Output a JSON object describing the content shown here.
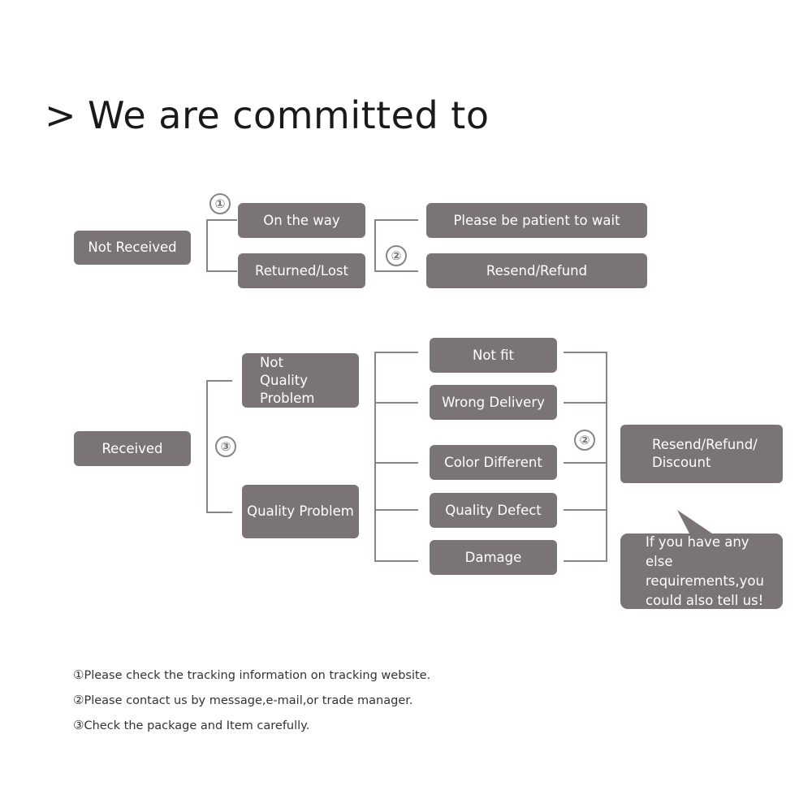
{
  "heading": {
    "chevron": ">",
    "text": "We are committed to"
  },
  "not_received": {
    "root": "Not Received",
    "marker_1": "①",
    "branch_a": "On the way",
    "branch_b": "Returned/Lost",
    "marker_2": "②",
    "outcome_a": "Please be patient to wait",
    "outcome_b": "Resend/Refund"
  },
  "received": {
    "root": "Received",
    "marker_3": "③",
    "branch_a": "Not Quality Problem",
    "branch_b": "Quality Problem",
    "issues": [
      "Not fit",
      "Wrong Delivery",
      "Color Different",
      "Quality Defect",
      "Damage"
    ],
    "marker_2": "②",
    "outcome": "Resend/Refund/ Discount",
    "callout": "If you have any else requirements,you could also tell us!"
  },
  "notes": [
    {
      "marker": "①",
      "text": "Please check the tracking information on tracking website."
    },
    {
      "marker": "②",
      "text": "Please contact us by message,e-mail,or trade manager."
    },
    {
      "marker": "③",
      "text": "Check the package and Item carefully."
    }
  ],
  "colors": {
    "box": "#7a7476",
    "line": "#8a8486",
    "box_text": "#ffffff"
  }
}
